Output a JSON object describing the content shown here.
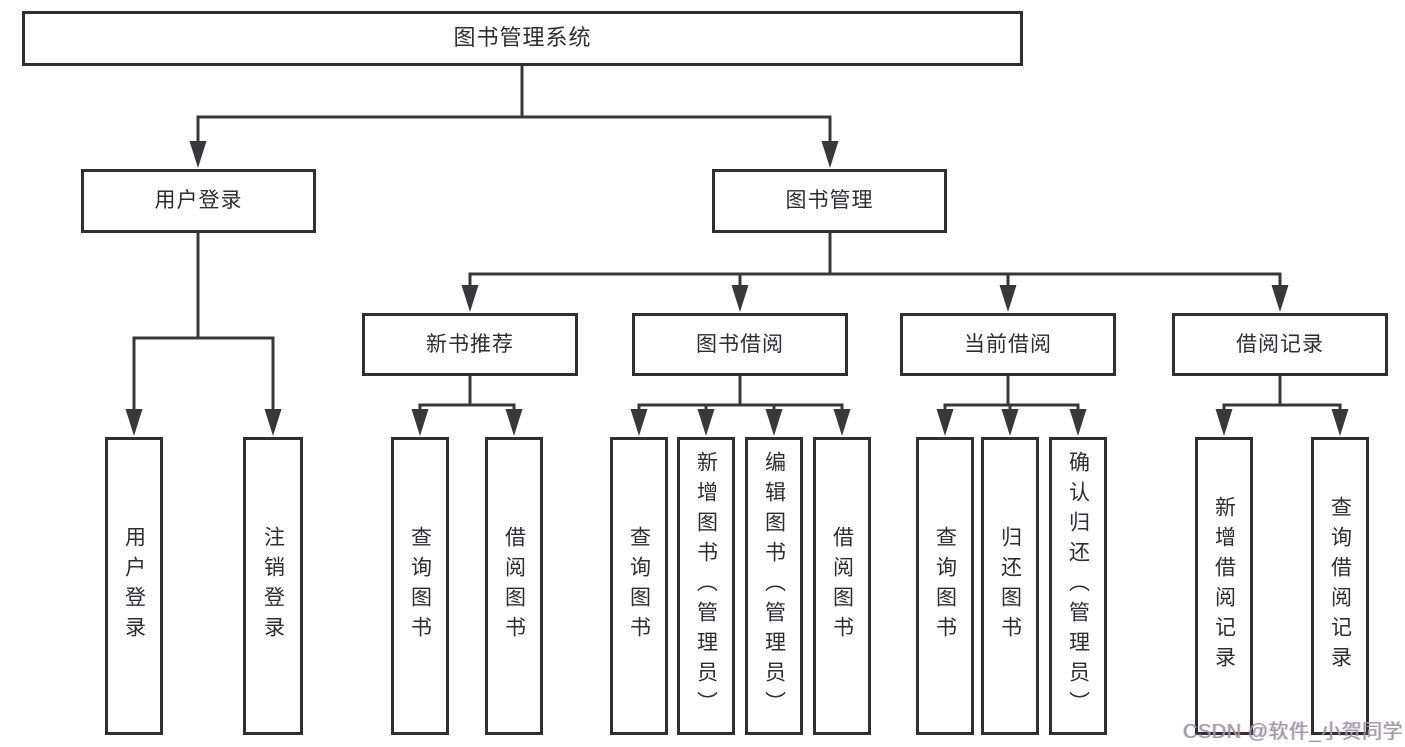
{
  "diagram": {
    "root": "图书管理系统",
    "branches": [
      {
        "label": "用户登录",
        "children": [
          "用户登录",
          "注销登录"
        ]
      },
      {
        "label": "图书管理",
        "groups": [
          {
            "label": "新书推荐",
            "children": [
              "查询图书",
              "借阅图书"
            ]
          },
          {
            "label": "图书借阅",
            "children": [
              "查询图书",
              "新增图书（管理员）",
              "编辑图书（管理员）",
              "借阅图书"
            ]
          },
          {
            "label": "当前借阅",
            "children": [
              "查询图书",
              "归还图书",
              "确认归还（管理员）"
            ]
          },
          {
            "label": "借阅记录",
            "children": [
              "新增借阅记录",
              "查询借阅记录"
            ]
          }
        ]
      }
    ]
  },
  "watermark": "CSDN @软件_小贺同学",
  "colors": {
    "background": "#ffffff",
    "line": "#38383b",
    "box_border": "#2f2f32",
    "text": "#2e2e31",
    "watermark": "#9c9ca4"
  }
}
